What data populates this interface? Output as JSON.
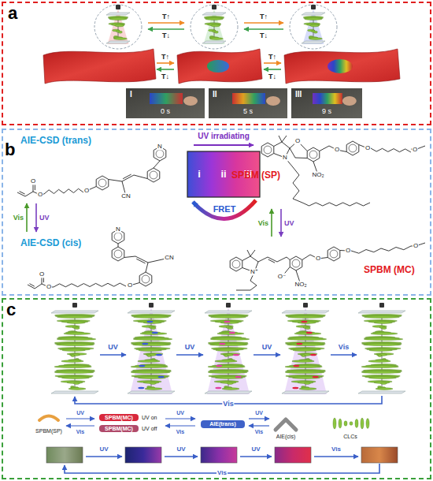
{
  "diagram": {
    "nodes": [
      {
        "text": [
          "a"
        ]
      },
      {
        "text": [
          "I",
          "0 s"
        ],
        "in": 0
      },
      {
        "text": [
          "II",
          "5 s"
        ],
        "in": 0
      },
      {
        "text": [
          "III",
          "9 s"
        ],
        "in": 0
      },
      {
        "text": [
          "b"
        ]
      },
      {
        "text": [
          "AIE-CSD (trans)"
        ],
        "in": 4
      },
      {
        "text": [
          "AIE-CSD (cis)"
        ],
        "in": 4
      },
      {
        "text": [
          "i",
          "ii",
          "iii"
        ],
        "in": 4
      },
      {
        "text": [
          "SPBM (SP)"
        ],
        "in": 4
      },
      {
        "text": [
          "SPBM (MC)"
        ],
        "in": 4
      },
      {
        "text": [
          "c"
        ]
      }
    ],
    "edges": [
      {
        "from": 5,
        "to": 6,
        "arrow": "to",
        "label": "UV"
      },
      {
        "from": 6,
        "to": 5,
        "arrow": "to",
        "label": "Vis"
      },
      {
        "from": 8,
        "to": 9,
        "arrow": "to",
        "label": "UV"
      },
      {
        "from": 9,
        "to": 8,
        "arrow": "to",
        "label": "Vis"
      }
    ],
    "labels": [
      "T↑",
      "T↓",
      "T↑",
      "T↓",
      "T↑",
      "T↓",
      "T↑",
      "T↓",
      "UV irradiating",
      "FRET",
      "N",
      "CN",
      "O",
      "O",
      "O",
      "N",
      "CN",
      "O",
      "O",
      "O",
      "N",
      "O",
      "NO₂",
      "O",
      "O",
      "O",
      "N⁺",
      "O⁻",
      "NO₂",
      "O",
      "O",
      "O",
      "UV",
      "UV",
      "UV",
      "Vis",
      "Vis",
      "SPBM(SP)",
      "UV",
      "Vis",
      "SPBM(MC)",
      "UV on",
      "SPBM(MC)",
      "UV off",
      "UV",
      "Vis",
      "AIE(trans)",
      "UV",
      "Vis",
      "AIE(cis)",
      "CLCs",
      "UV",
      "UV",
      "UV",
      "Vis",
      "Vis"
    ]
  }
}
